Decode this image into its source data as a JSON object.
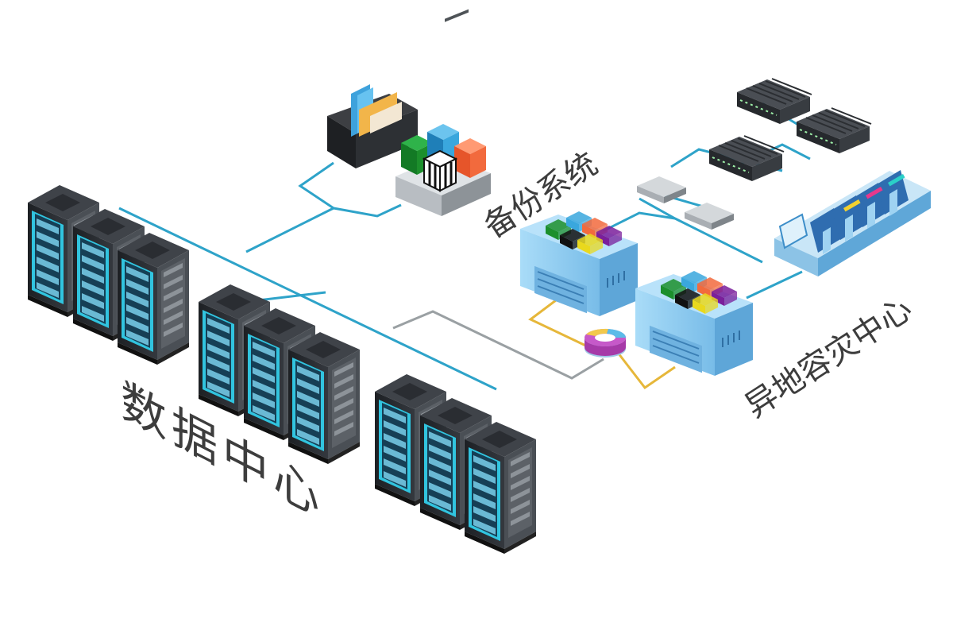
{
  "labels": {
    "data_center": "数据中心",
    "backup_system": "备份系统",
    "disaster_recovery_center": "异地容灾中心"
  },
  "colors": {
    "network_link": "#2ea3c9",
    "replication_link": "#e6b73a",
    "gray_link": "#9aa0a3",
    "rack_body": "#2b2e33",
    "rack_glow": "#31c4df",
    "storage_body": "#8fd0f5",
    "cube_green": "#1c8f2c",
    "cube_black": "#111111",
    "cube_orange": "#f26a3d",
    "cube_purple": "#7a1f9b",
    "cube_yellow": "#e9d81d",
    "cube_blue": "#3aa7dd",
    "label_text": "#3d3d3d"
  },
  "icons": [
    "server-rack-icon",
    "backup-storage-icon",
    "storage-array-icon",
    "network-switch-icon",
    "blade-server-icon",
    "tape-library-icon",
    "replication-ring-icon"
  ]
}
